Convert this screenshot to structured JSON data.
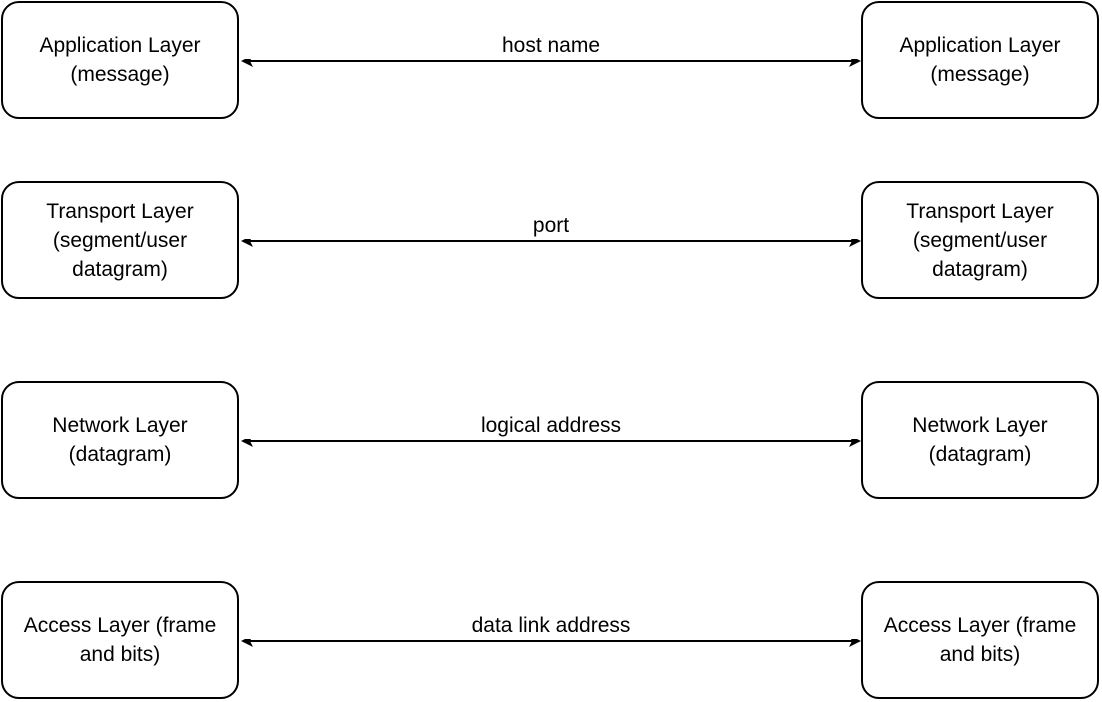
{
  "layers": [
    {
      "left_label": "Application Layer (message)",
      "right_label": "Application Layer (message)",
      "connection_label": "host name"
    },
    {
      "left_label": "Transport Layer (segment/user datagram)",
      "right_label": "Transport Layer (segment/user datagram)",
      "connection_label": "port"
    },
    {
      "left_label": "Network Layer (datagram)",
      "right_label": "Network Layer (datagram)",
      "connection_label": "logical address"
    },
    {
      "left_label": "Access Layer (frame and bits)",
      "right_label": "Access Layer (frame and bits)",
      "connection_label": "data link address"
    }
  ],
  "colors": {
    "stroke": "#000000",
    "background": "#ffffff"
  }
}
